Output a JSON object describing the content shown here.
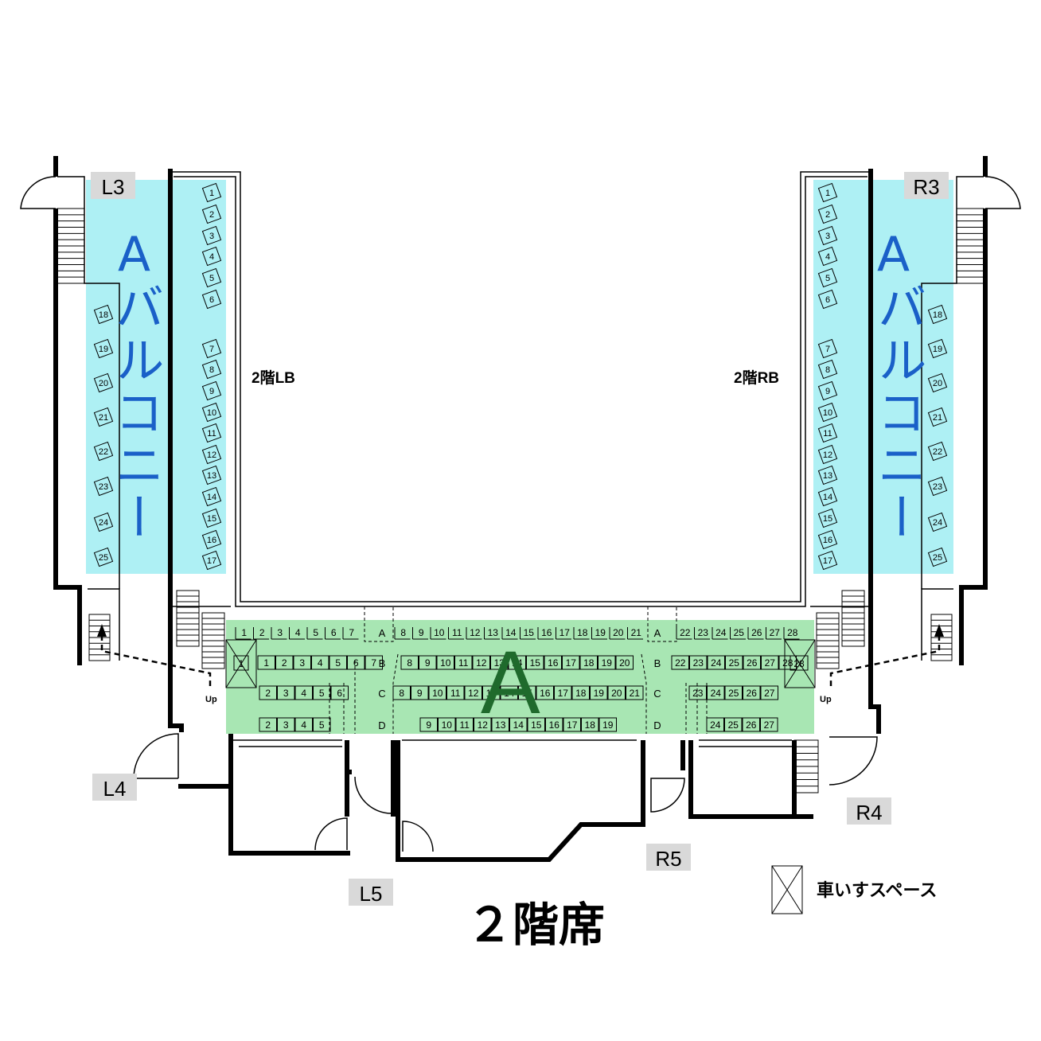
{
  "title": "２階席",
  "legend": {
    "wheelchair_label": "車いすスペース"
  },
  "zone_labels": {
    "main_a": "A",
    "balcony_left_a": "A",
    "balcony_left_text": "バルコニー",
    "balcony_right_a": "A",
    "balcony_right_text": "バルコニー"
  },
  "side_labels": {
    "left": "2階LB",
    "right": "2階RB"
  },
  "up_labels": {
    "left": "Up",
    "right": "Up"
  },
  "exits": {
    "L3": "L3",
    "R3": "R3",
    "L4": "L4",
    "L5": "L5",
    "R4": "R4",
    "R5": "R5"
  },
  "row_letters": [
    "A",
    "B",
    "C",
    "D"
  ],
  "rows": {
    "A_left": [
      "1",
      "2",
      "3",
      "4",
      "5",
      "6",
      "7"
    ],
    "A_center": [
      "8",
      "9",
      "10",
      "11",
      "12",
      "13",
      "14",
      "15",
      "16",
      "17",
      "18",
      "19",
      "20",
      "21"
    ],
    "A_right": [
      "22",
      "23",
      "24",
      "25",
      "26",
      "27",
      "28"
    ],
    "B_left": [
      "1",
      "2",
      "3",
      "4",
      "5",
      "6",
      "7"
    ],
    "B_center": [
      "8",
      "9",
      "10",
      "11",
      "12",
      "13",
      "14",
      "15",
      "16",
      "17",
      "18",
      "19",
      "20"
    ],
    "B_right": [
      "22",
      "23",
      "24",
      "25",
      "26",
      "27",
      "28"
    ],
    "C_left": [
      "2",
      "3",
      "4",
      "5",
      "6"
    ],
    "C_center": [
      "8",
      "9",
      "10",
      "11",
      "12",
      "13",
      "14",
      "15",
      "16",
      "17",
      "18",
      "19",
      "20",
      "21"
    ],
    "C_right": [
      "23",
      "24",
      "25",
      "26",
      "27"
    ],
    "D_left": [
      "2",
      "3",
      "4",
      "5"
    ],
    "D_center": [
      "9",
      "10",
      "11",
      "12",
      "13",
      "14",
      "15",
      "16",
      "17",
      "18",
      "19"
    ],
    "D_right": [
      "24",
      "25",
      "26",
      "27"
    ]
  },
  "balcony": {
    "inner_column": [
      "1",
      "2",
      "3",
      "4",
      "5",
      "6",
      "7",
      "8",
      "9",
      "10",
      "11",
      "12",
      "13",
      "14",
      "15",
      "16",
      "17"
    ],
    "outer_column": [
      "18",
      "19",
      "20",
      "21",
      "22",
      "23",
      "24",
      "25"
    ]
  },
  "colors": {
    "balcony_zone": "#aef0f4",
    "main_zone": "#a8e6b3",
    "balcony_text": "#1a60c8",
    "main_zone_text": "#1f6a2c",
    "exit_tag_bg": "#d9d9d9",
    "wall": "#000000"
  }
}
